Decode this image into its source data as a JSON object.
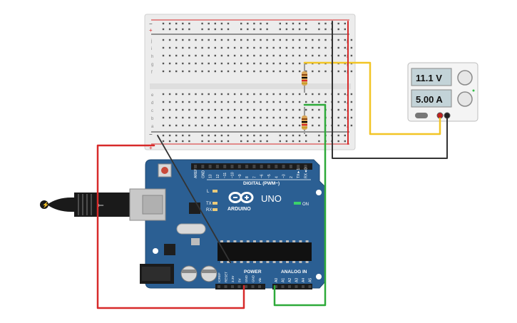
{
  "breadboard": {
    "columns": 30,
    "row_letters_top": [
      "j",
      "i",
      "h",
      "g",
      "f"
    ],
    "row_letters_bottom": [
      "e",
      "d",
      "c",
      "b",
      "a"
    ],
    "rail_plus": "+",
    "rail_minus": "−"
  },
  "arduino": {
    "logo_text": "ARDUINO",
    "model": "UNO",
    "digital_label": "DIGITAL (PWM~)",
    "power_label": "POWER",
    "analog_label": "ANALOG IN",
    "on_label": "ON",
    "led_l": "L",
    "led_tx": "TX",
    "led_rx": "RX",
    "digital_pins": [
      "AREF",
      "GND",
      "13",
      "12",
      "~11",
      "~10",
      "~9",
      "8",
      "7",
      "~6",
      "~5",
      "4",
      "~3",
      "2",
      "TX►1",
      "RX◄0"
    ],
    "power_pins": [
      "IOREF",
      "RESET",
      "3.3V",
      "5V",
      "GND",
      "GND",
      "Vin"
    ],
    "analog_pins": [
      "A0",
      "A1",
      "A2",
      "A3",
      "A4",
      "A5"
    ]
  },
  "power_supply": {
    "voltage": "11.1 V",
    "current": "5.00 A"
  },
  "colors": {
    "board": "#2b5f93",
    "wire_red": "#d72a2a",
    "wire_yellow": "#f2c525",
    "wire_green": "#2eaa3a",
    "wire_black": "#222222"
  }
}
